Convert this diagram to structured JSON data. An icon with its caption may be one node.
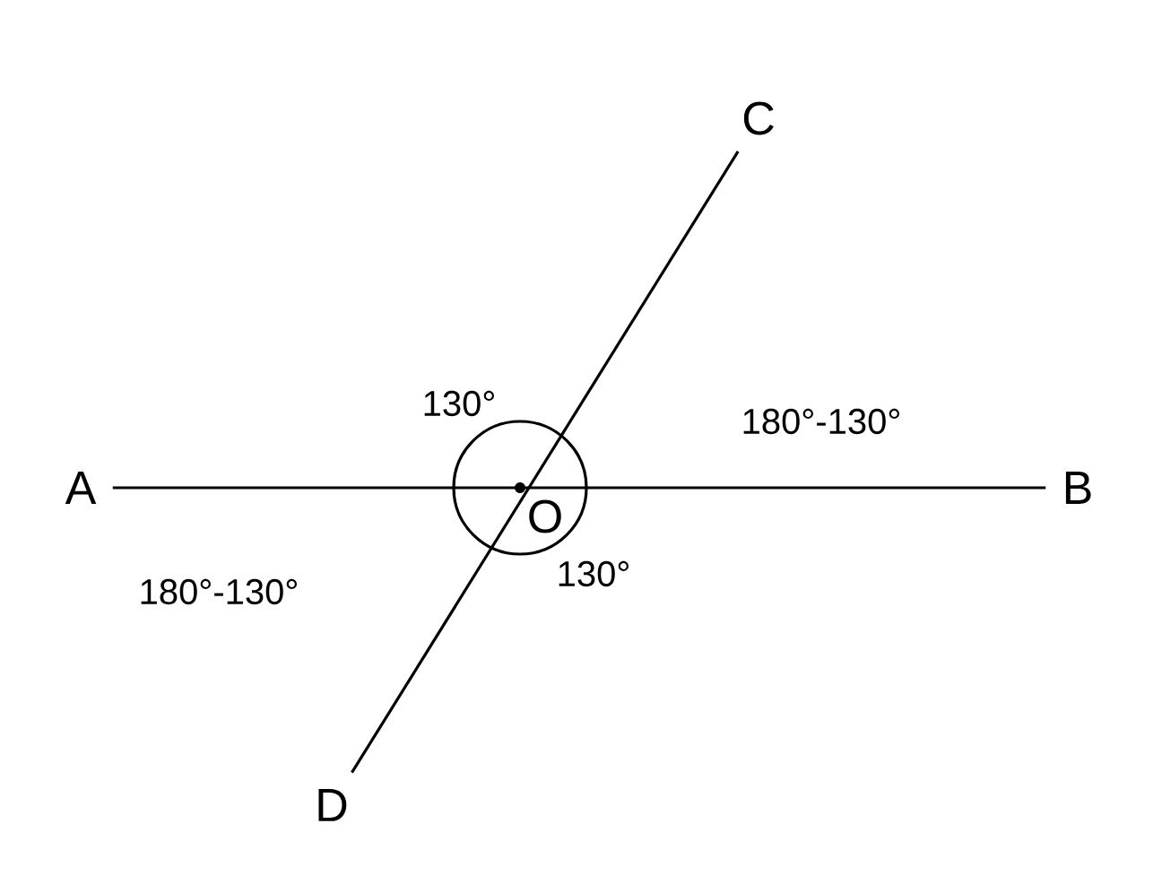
{
  "diagram": {
    "nodes": [
      {
        "text": [
          "A"
        ]
      },
      {
        "text": [
          "B"
        ]
      },
      {
        "text": [
          "C"
        ]
      },
      {
        "text": [
          "D"
        ]
      }
    ],
    "edges": [
      {
        "from": 0,
        "to": 1,
        "arrow": "none"
      },
      {
        "from": 3,
        "to": 2,
        "arrow": "none"
      }
    ],
    "labels": [
      "130°",
      "180°-130°",
      "O",
      "180°-130°",
      "130°"
    ]
  }
}
